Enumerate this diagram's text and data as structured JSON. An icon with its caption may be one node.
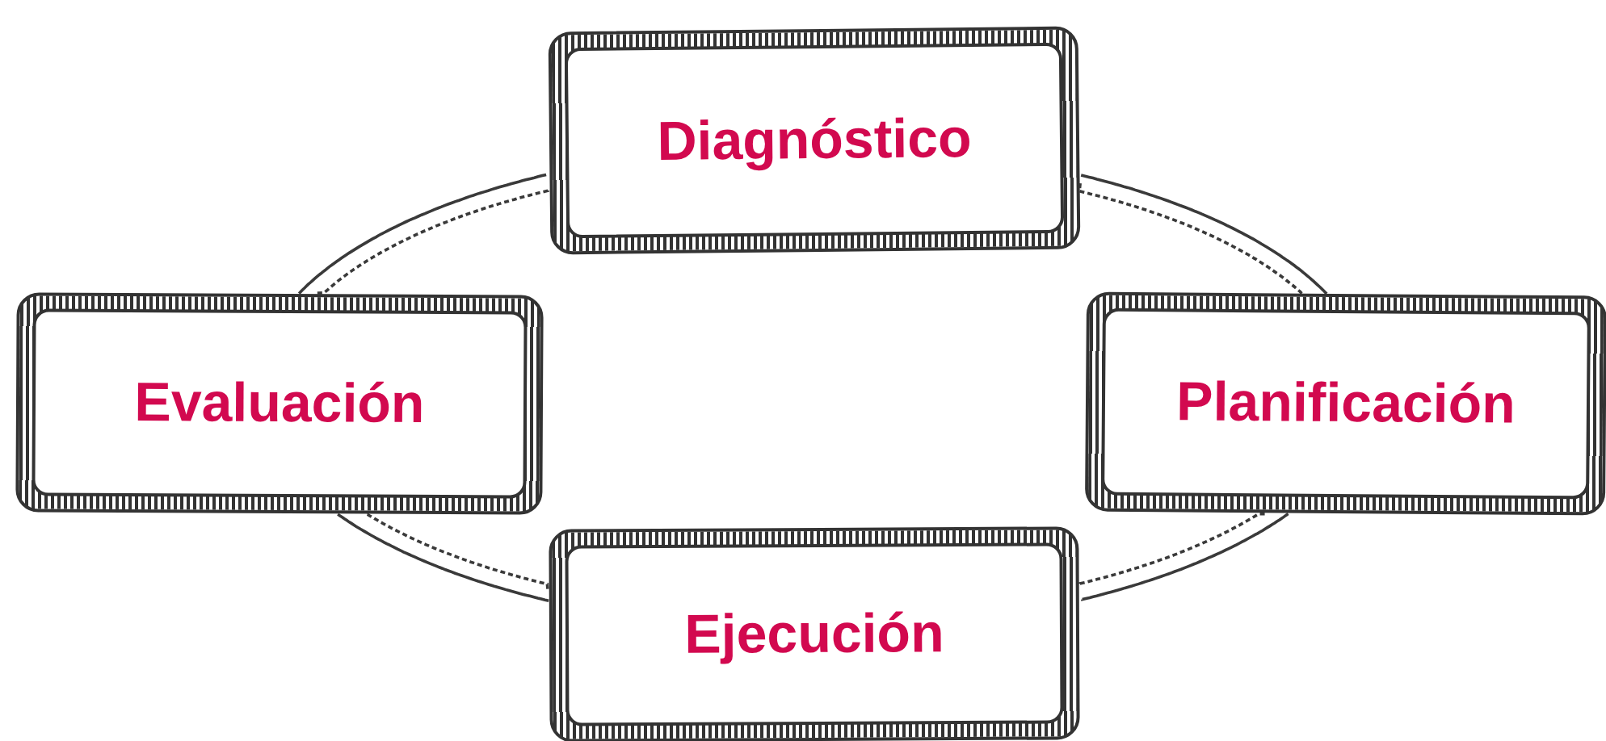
{
  "diagram": {
    "nodes": [
      {
        "text": [
          "Diagnóstico"
        ]
      },
      {
        "text": [
          "Planificación"
        ]
      },
      {
        "text": [
          "Ejecución"
        ]
      },
      {
        "text": [
          "Evaluación"
        ]
      }
    ],
    "edges": [
      {
        "from": 0,
        "to": 1,
        "arrow": "none"
      },
      {
        "from": 1,
        "to": 2,
        "arrow": "none"
      },
      {
        "from": 2,
        "to": 3,
        "arrow": "none"
      },
      {
        "from": 3,
        "to": 0,
        "arrow": "none"
      }
    ]
  }
}
